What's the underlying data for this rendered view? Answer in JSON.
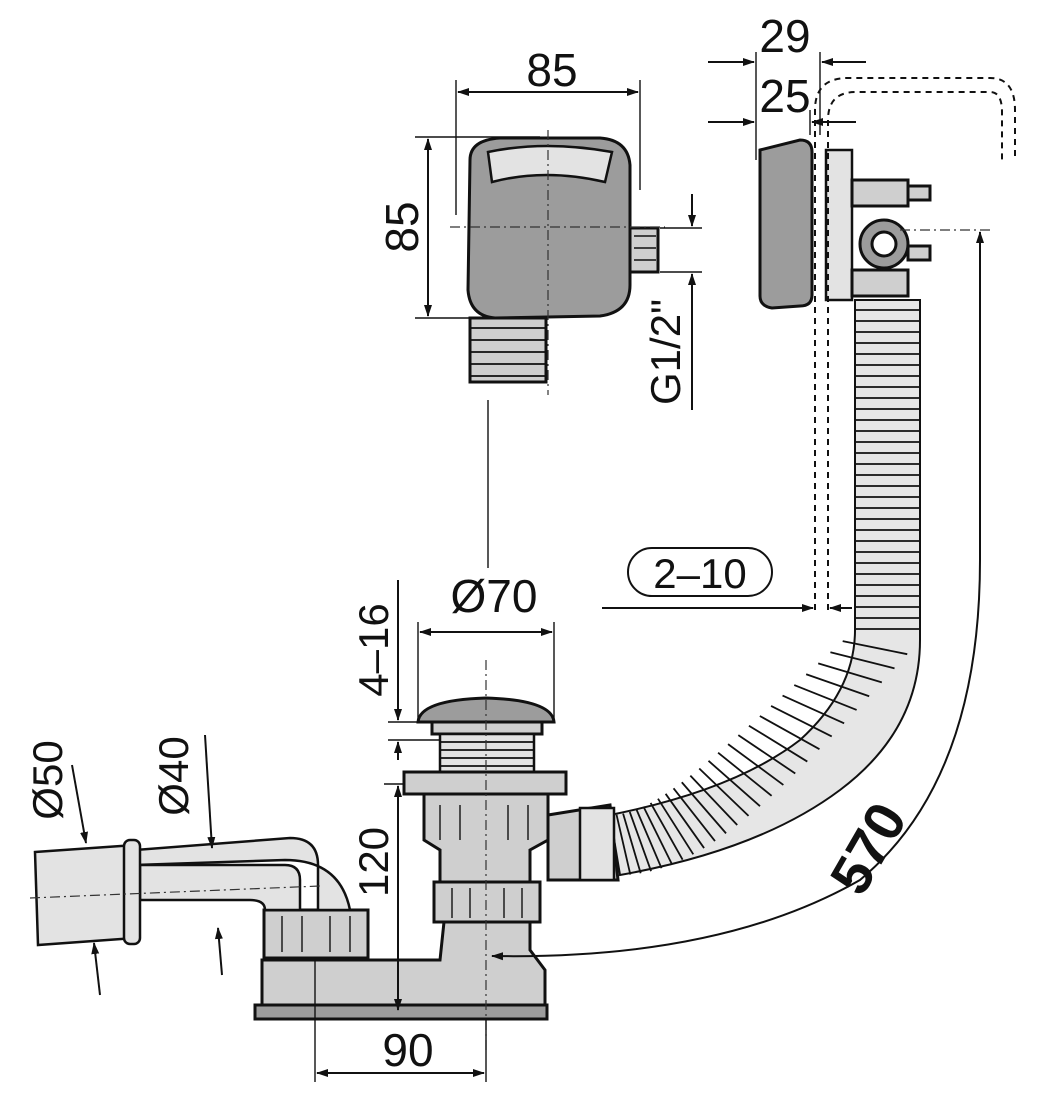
{
  "dimensions": {
    "overflow_width": "85",
    "overflow_height": "85",
    "thread": "G1/2\"",
    "depth_outer": "29",
    "depth_inner": "25",
    "wall_thickness": "2–10",
    "plug_diameter": "Ø70",
    "plug_height": "4–16",
    "trap_height": "120",
    "outlet_outer": "Ø50",
    "outlet_inner": "Ø40",
    "trap_offset": "90",
    "hose_length": "570"
  }
}
